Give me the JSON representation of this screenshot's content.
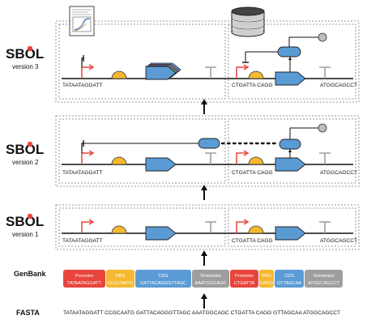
{
  "sbol_versions": [
    {
      "logo": "SBOL",
      "label": "version 3"
    },
    {
      "logo": "SBOL",
      "label": "version 2"
    },
    {
      "logo": "SBOL",
      "label": "version 1"
    }
  ],
  "sequences": {
    "left_upstream": "TATAATAGGATT",
    "right_upstream": "CTGATTA CAGG",
    "right_downstream": "ATGGCAGCCT"
  },
  "genbank": {
    "title": "GenBank",
    "features": [
      {
        "type": "Promoter",
        "seq": "TATAATAGGATT",
        "color": "#e8453c"
      },
      {
        "type": "RBS",
        "seq": "CCGCAATG",
        "color": "#f5b82e"
      },
      {
        "type": "CDS",
        "seq": "GATTACAGGGTTAGC",
        "color": "#5b9bd5"
      },
      {
        "type": "Terminator",
        "seq": "AAATGGCAGC",
        "color": "#9e9e9e"
      },
      {
        "type": "Promoter",
        "seq": "CTGATTA",
        "color": "#e8453c"
      },
      {
        "type": "RBS",
        "seq": "CAGG",
        "color": "#f5b82e"
      },
      {
        "type": "CDS",
        "seq": "GTTAGCAA",
        "color": "#5b9bd5"
      },
      {
        "type": "Terminator",
        "seq": "ATGGCAGCCT",
        "color": "#9e9e9e"
      }
    ]
  },
  "fasta": {
    "title": "FASTA",
    "sequence": "TATAATAGGATT CCGCAATG GATTACAGGGTTAGC AAATGGCAGC CTGATTA CAGG GTTAGCAA ATGGCAGCCT"
  },
  "colors": {
    "promoter": "#e8453c",
    "rbs": "#f5b82e",
    "cds": "#5b9bd5",
    "terminator": "#9e9e9e",
    "protein": "#5b9bd5"
  },
  "icons": [
    "document-plot-icon",
    "database-icon",
    "arrow-up-icon"
  ]
}
